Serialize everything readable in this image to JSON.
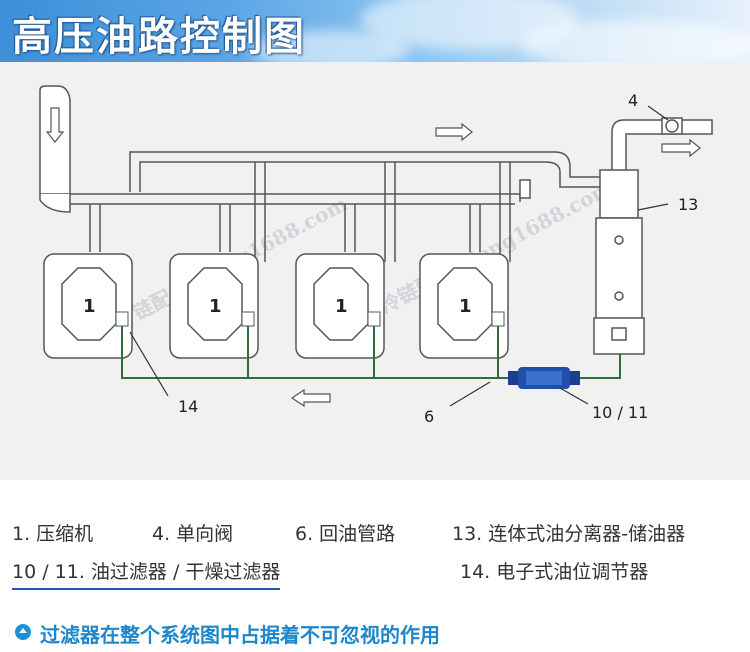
{
  "header": {
    "title": "高压油路控制图"
  },
  "diagram": {
    "compressor_label": "1",
    "callouts": {
      "check_valve": "4",
      "separator": "13",
      "oil_regulator": "14",
      "return_pipe": "6",
      "filter": "10 / 11"
    },
    "watermark": "冷链配件 Lleng1688.com"
  },
  "legend": {
    "item1": "1. 压缩机",
    "item4": "4. 单向阀",
    "item6": "6. 回油管路",
    "item13": "13. 连体式油分离器-储油器",
    "item10_11": "10 / 11.  油过滤器 / 干燥过滤器",
    "item14": "14. 电子式油位调节器"
  },
  "footer": {
    "note": "过滤器在整个系统图中占据着不可忽视的作用"
  },
  "colors": {
    "banner": "#4a9ae0",
    "accent": "#1f86c9",
    "pipe_fill": "#ffffff",
    "pipe_stroke": "#555555",
    "oil_line": "#2f6e3a"
  }
}
